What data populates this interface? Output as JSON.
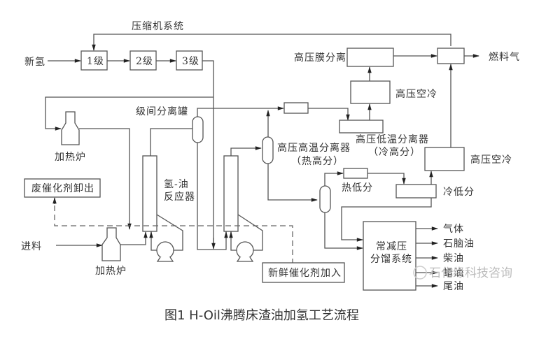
{
  "compressor": {
    "system_label": "压缩机系统",
    "feed_label": "新氢",
    "stage1": "1级",
    "stage2": "2级",
    "stage3": "3级"
  },
  "membrane": {
    "label": "高压膜分离"
  },
  "fuel_gas": {
    "label": "燃料气"
  },
  "air_cooler_top": {
    "label": "高压空冷"
  },
  "air_cooler_right": {
    "label": "高压空冷"
  },
  "interstage_drum": {
    "label": "级间分离罐"
  },
  "heater_top": {
    "label": "加热炉"
  },
  "heater_bottom": {
    "label": "加热炉"
  },
  "reactor": {
    "label_line1": "氢-油",
    "label_line2": "反应器"
  },
  "hot_hp_sep": {
    "label_line1": "高压高温分离器",
    "label_line2": "（热高分）"
  },
  "cold_hp_sep": {
    "label_line1": "高压低温分离器",
    "label_line2": "（冷高分）"
  },
  "hot_lp_sep": {
    "label": "热低分"
  },
  "cold_lp_sep": {
    "label": "冷低分"
  },
  "spent_catalyst": {
    "label": "废催化剂卸出"
  },
  "fresh_catalyst": {
    "label": "新鲜催化剂加入"
  },
  "feed": {
    "label": "进料"
  },
  "fractionation": {
    "label_line1": "常减压",
    "label_line2": "分馏系统",
    "products": [
      "气体",
      "石脑油",
      "柴油",
      "蜡油",
      "尾油"
    ]
  },
  "watermark": "石化缘科技咨询",
  "caption": "图1 H-Oil沸腾床渣油加氢工艺流程"
}
